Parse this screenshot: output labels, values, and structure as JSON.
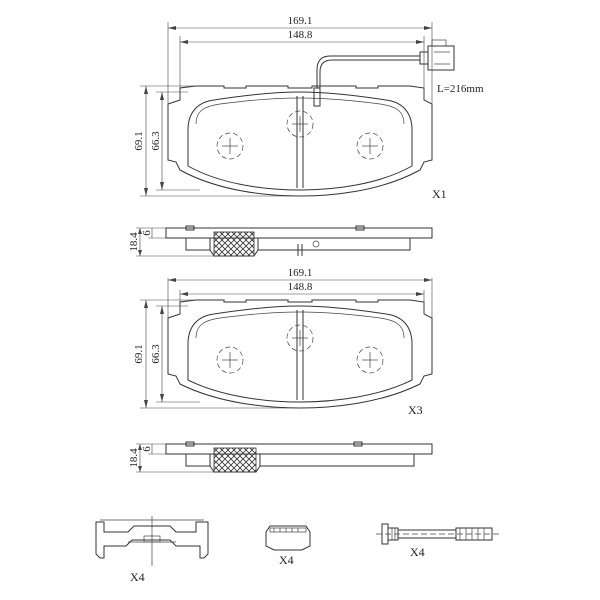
{
  "pad_top": {
    "dim_overall_width": "169.1",
    "dim_inner_width": "148.8",
    "dim_overall_height": "69.1",
    "dim_inner_height": "66.3",
    "wire_length": "L=216mm",
    "quantity": "X1"
  },
  "side_top": {
    "dim_total_thickness": "18.4",
    "dim_plate_thickness": "6"
  },
  "pad_bottom": {
    "dim_overall_width": "169.1",
    "dim_inner_width": "148.8",
    "dim_overall_height": "69.1",
    "dim_inner_height": "66.3",
    "quantity": "X3"
  },
  "side_bottom": {
    "dim_total_thickness": "18.4",
    "dim_plate_thickness": "6"
  },
  "accessories": {
    "spring_qty": "X4",
    "clip_qty": "X4",
    "bolt_qty": "X4"
  }
}
